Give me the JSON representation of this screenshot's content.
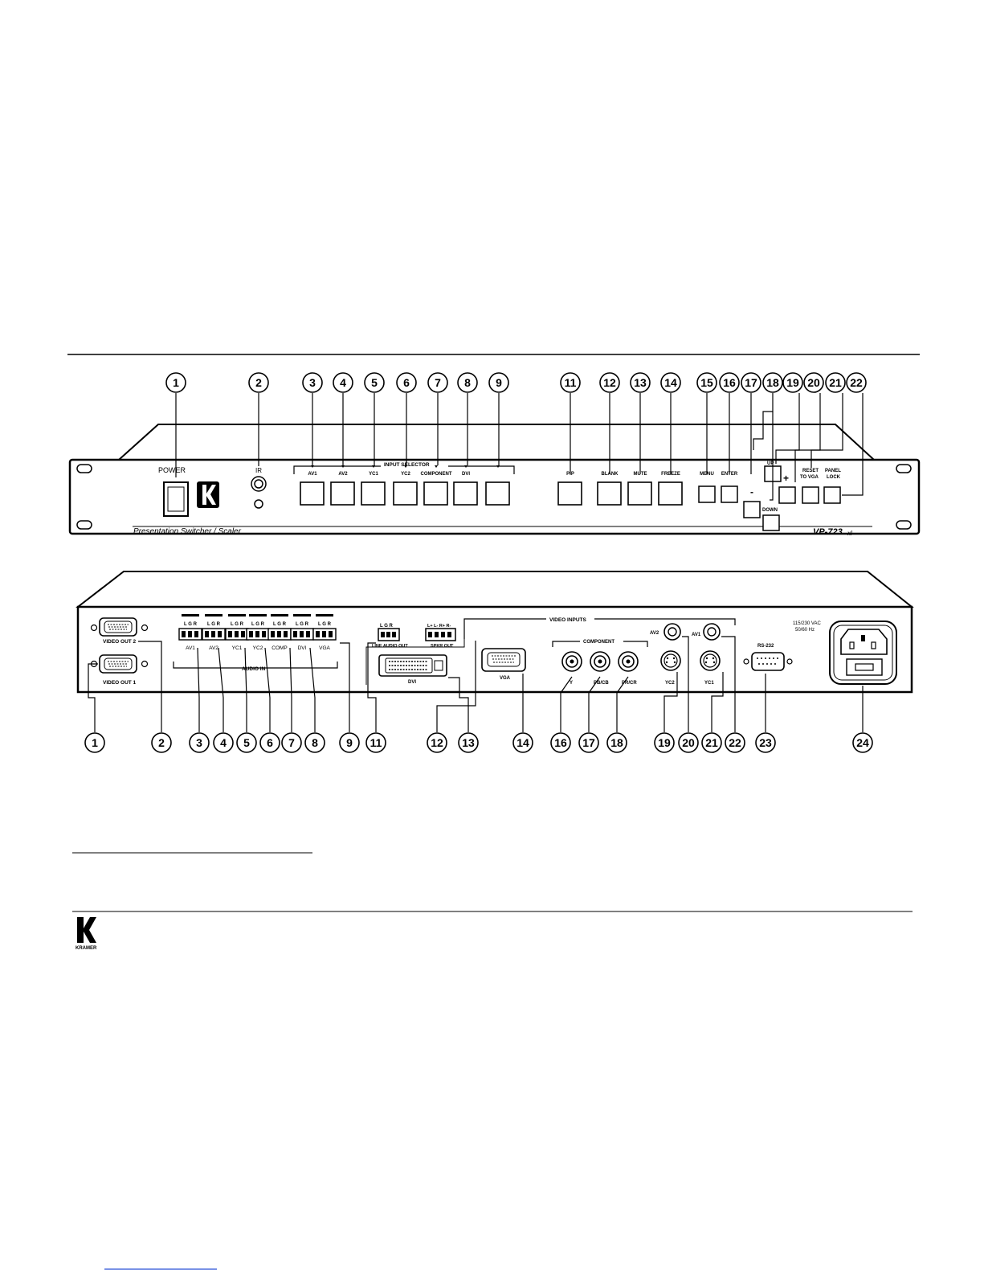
{
  "front_panel": {
    "callouts": [
      "1",
      "2",
      "3",
      "4",
      "5",
      "6",
      "7",
      "8",
      "9",
      "11",
      "12",
      "13",
      "14",
      "15",
      "16",
      "17",
      "18",
      "19",
      "20",
      "21",
      "22"
    ],
    "labels": {
      "power": "POWER",
      "ir": "IR",
      "input_selector": "INPUT SELECTOR",
      "brand": "KRAMER",
      "model": "VP-723",
      "model_suffix": "xl",
      "product": "Presentation Switcher / Scaler"
    },
    "input_buttons": [
      "AV1",
      "AV2",
      "YC1",
      "YC2",
      "COMPONENT",
      "DVI",
      ""
    ],
    "function_buttons": [
      "PIP",
      "BLANK",
      "MUTE",
      "FREEZE"
    ],
    "menu_buttons": [
      "MENU",
      "ENTER",
      "-"
    ],
    "nav": {
      "up": "UP",
      "down": "DOWN",
      "plus": "+",
      "reset_line1": "RESET",
      "reset_line2": "TO VGA",
      "lock_line1": "PANEL",
      "lock_line2": "LOCK"
    }
  },
  "rear_panel": {
    "callouts": [
      "1",
      "2",
      "3",
      "4",
      "5",
      "6",
      "7",
      "8",
      "9",
      "11",
      "12",
      "13",
      "14",
      "16",
      "17",
      "18",
      "19",
      "20",
      "21",
      "22",
      "23",
      "24"
    ],
    "labels": {
      "video_out_2": "VIDEO OUT 2",
      "video_out_1": "VIDEO OUT 1",
      "audio_in": "AUDIO IN",
      "line_audio_out": "LINE AUDIO OUT",
      "spkr_out": "SPKR OUT",
      "video_inputs": "VIDEO INPUTS",
      "component": "COMPONENT",
      "dvi": "DVI",
      "vga": "VGA",
      "y": "Y",
      "pb_cb": "PB/CB",
      "pr_cr": "PR/CR",
      "yc2": "YC2",
      "yc1": "YC1",
      "av2": "AV2",
      "av1": "AV1",
      "rs232": "RS-232",
      "power_line1": "115/230 VAC",
      "power_line2": "50/60 Hz"
    },
    "audio_inputs": [
      "AV1",
      "AV2",
      "YC1",
      "YC2",
      "COMP",
      "DVI",
      "VGA"
    ],
    "terminal_header": "L G R",
    "spkr_header": "L+ L- R+ R-"
  },
  "footer": {
    "brand": "KRAMER"
  }
}
